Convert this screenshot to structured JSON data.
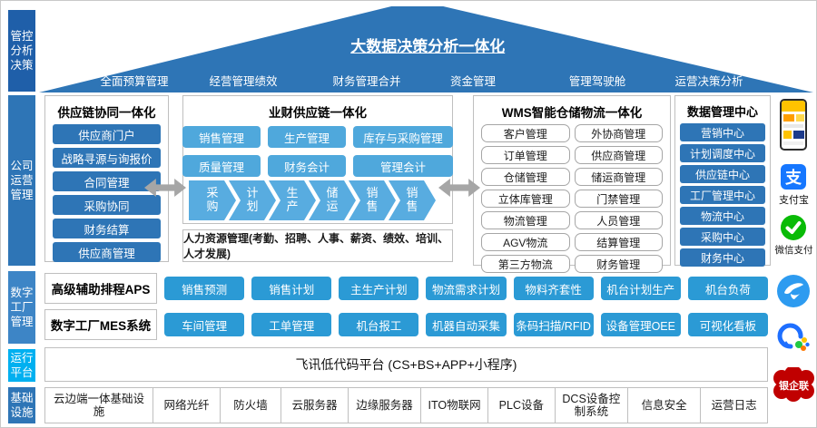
{
  "colors": {
    "primary_blue": "#2e75b6",
    "dark_blue": "#1f5fa9",
    "light_blue_btn": "#4fa8dc",
    "mid_blue_btn": "#2b9ad5",
    "chevron_blue": "#58ace0",
    "cyan": "#00b0f0",
    "gray_border": "#bfbfbf",
    "alipay_blue": "#1677ff",
    "wechat_green": "#09bb07",
    "dingtalk_blue": "#2d9bf0",
    "union_red": "#c00000"
  },
  "sidebar": {
    "controls": "管控分析决策",
    "company": "公司运营管理",
    "factory": "数字工厂管理",
    "platform": "运行平台",
    "infra": "基础设施"
  },
  "roof": {
    "title": "大数据决策分析一体化",
    "items": [
      "全面预算管理",
      "经营管理绩效",
      "财务管理合并",
      "资金管理",
      "管理驾驶舱",
      "运营决策分析"
    ]
  },
  "supply_chain": {
    "title": "供应链协同一体化",
    "buttons": [
      "供应商门户",
      "战略寻源与询报价",
      "合同管理",
      "采购协同",
      "财务结算",
      "供应商管理"
    ]
  },
  "biz_finance": {
    "title": "业财供应链一体化",
    "row1": [
      "销售管理",
      "生产管理",
      "库存与采购管理"
    ],
    "row2": [
      "质量管理",
      "财务会计",
      "管理会计"
    ],
    "chevrons": [
      "采购",
      "计划",
      "生产",
      "储运",
      "销售",
      "销售"
    ],
    "hr": "人力资源管理(考勤、招聘、人事、薪资、绩效、培训、人才发展)"
  },
  "wms": {
    "title": "WMS智能仓储物流一体化",
    "left": [
      "客户管理",
      "订单管理",
      "仓储管理",
      "立体库管理",
      "物流管理",
      "AGV物流",
      "第三方物流"
    ],
    "right": [
      "外协商管理",
      "供应商管理",
      "储运商管理",
      "门禁管理",
      "人员管理",
      "结算管理",
      "财务管理"
    ]
  },
  "data_center": {
    "title": "数据管理中心",
    "buttons": [
      "营销中心",
      "计划调度中心",
      "供应链中心",
      "工厂管理中心",
      "物流中心",
      "采购中心",
      "财务中心"
    ]
  },
  "rail": {
    "alipay_glyph": "支",
    "alipay": "支付宝",
    "wechat_pay": "微信支付",
    "union": "银企联"
  },
  "factory": {
    "aps_label": "高级辅助排程APS",
    "aps": [
      "销售预测",
      "销售计划",
      "主生产计划",
      "物流需求计划",
      "物料齐套性",
      "机台计划生产",
      "机台负荷"
    ],
    "mes_label": "数字工厂MES系统",
    "mes": [
      "车间管理",
      "工单管理",
      "机台报工",
      "机器自动采集",
      "条码扫描/RFID",
      "设备管理OEE",
      "可视化看板"
    ]
  },
  "platform": {
    "label": "飞讯低代码平台 (CS+BS+APP+小程序)"
  },
  "infra": {
    "cells": [
      "云边端一体基础设施",
      "网络光纤",
      "防火墙",
      "云服务器",
      "边缘服务器",
      "ITO物联网",
      "PLC设备",
      "DCS设备控制系统",
      "信息安全",
      "运营日志"
    ]
  }
}
